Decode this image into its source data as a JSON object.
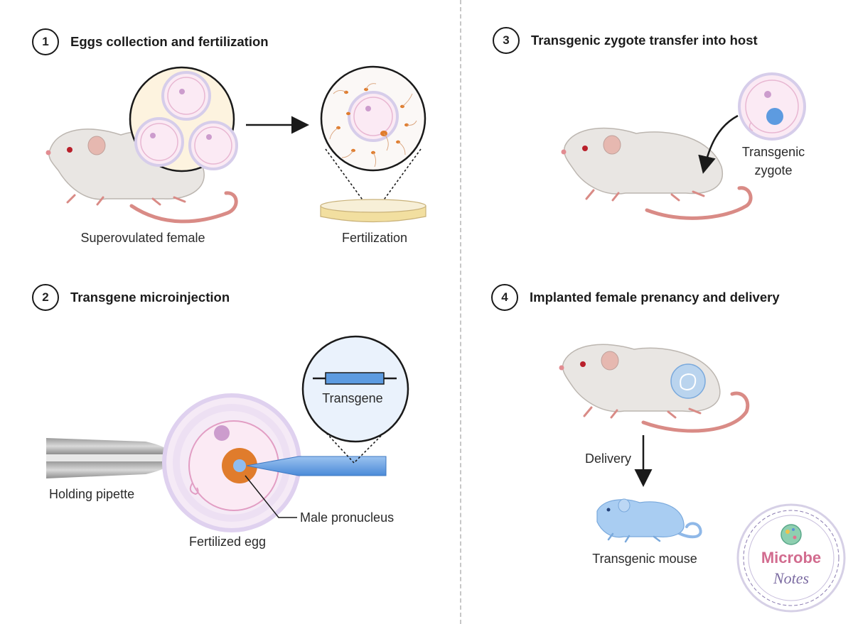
{
  "steps": [
    {
      "number": "1",
      "title": "Eggs collection and fertilization"
    },
    {
      "number": "2",
      "title": "Transgene microinjection"
    },
    {
      "number": "3",
      "title": "Transgenic zygote transfer into host"
    },
    {
      "number": "4",
      "title": "Implanted female prenancy and delivery"
    }
  ],
  "labels": {
    "superovulated_female": "Superovulated female",
    "fertilization": "Fertilization",
    "transgene": "Transgene",
    "holding_pipette": "Holding pipette",
    "fertilized_egg": "Fertilized egg",
    "male_pronucleus": "Male pronucleus",
    "transgenic_zygote_line1": "Transgenic",
    "transgenic_zygote_line2": "zygote",
    "delivery": "Delivery",
    "transgenic_mouse": "Transgenic mouse"
  },
  "watermark": {
    "line1": "Microbe",
    "line2": "Notes"
  },
  "colors": {
    "mouse_body": "#e9e6e3",
    "mouse_tail": "#d98b86",
    "egg_ring": "#d6cdea",
    "egg_fill": "#fbeaf4",
    "pronucleus": "#cc9ccd",
    "male_pronucleus": "#e07c2c",
    "transgene_blue": "#5d9be0",
    "transgenic_mouse": "#a9cdf2",
    "watermark_pink": "#d26c8f",
    "watermark_purple": "#7c6ca2"
  }
}
